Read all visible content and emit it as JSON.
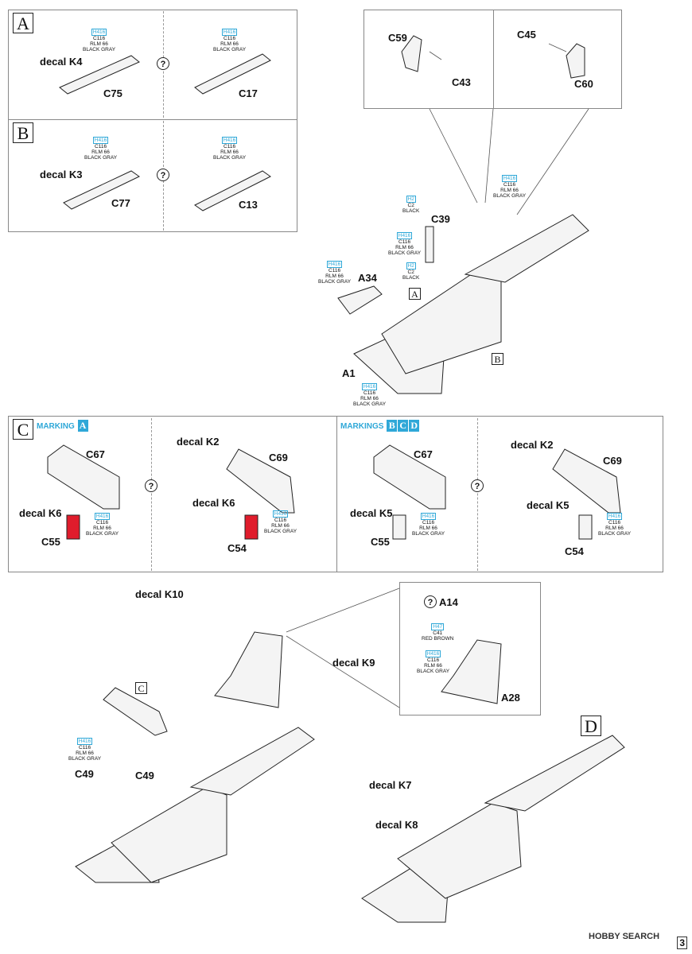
{
  "steps": {
    "A": "A",
    "B": "B",
    "C": "C",
    "D": "D"
  },
  "question": "?",
  "paint": {
    "h416": "H416",
    "c116": "C116",
    "rlm66": "RLM 66",
    "blackgray": "BLACK GRAY",
    "h2": "H2",
    "c2": "C2",
    "black": "BLACK",
    "h47": "H47",
    "c41": "C41",
    "redbrown": "RED BROWN"
  },
  "markings": {
    "marking": "MARKING",
    "markings": "MARKINGS",
    "a": "A",
    "b": "B",
    "c": "C",
    "d": "D"
  },
  "decals": {
    "k2": "decal K2",
    "k3": "decal K3",
    "k4": "decal K4",
    "k5": "decal K5",
    "k6": "decal K6",
    "k7": "decal K7",
    "k8": "decal K8",
    "k9": "decal K9",
    "k10": "decal K10"
  },
  "parts": {
    "c75": "C75",
    "c17": "C17",
    "c77": "C77",
    "c13": "C13",
    "c59": "C59",
    "c43": "C43",
    "c45": "C45",
    "c60": "C60",
    "c39": "C39",
    "a34": "A34",
    "a1": "A1",
    "c67": "C67",
    "c69": "C69",
    "c55": "C55",
    "c54": "C54",
    "a14": "A14",
    "a28": "A28",
    "c49": "C49"
  },
  "footer": {
    "brand": "HOBBY SEARCH",
    "page": "3"
  }
}
